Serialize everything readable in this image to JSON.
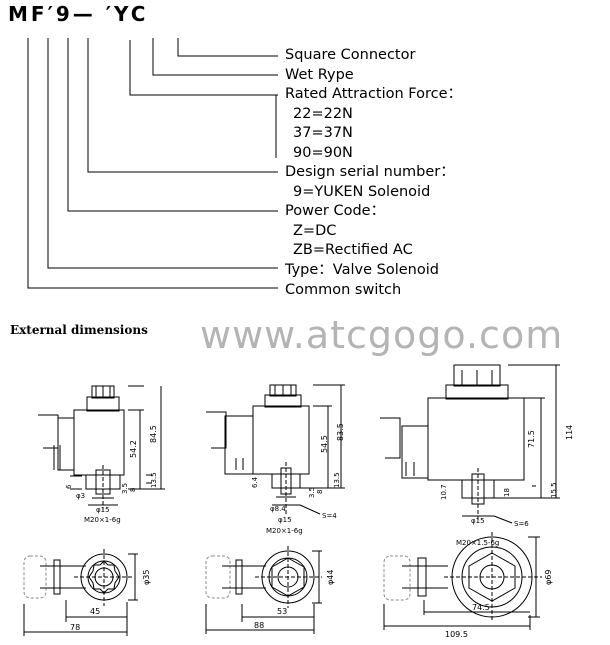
{
  "model_code": "MF′9— ′YC",
  "legend": [
    "Square Connector",
    "Wet Rype",
    "Rated Attraction Force：",
    "22=22N",
    "37=37N",
    "90=90N",
    "Design serial number：",
    "9=YUKEN Solenoid",
    "Power Code：",
    "Z=DC",
    "ZB=Rectified AC",
    "Type：Valve Solenoid",
    "Common switch"
  ],
  "section_title": "External dimensions",
  "watermark": "www.atcgogo.com",
  "dims": {
    "d1": {
      "h1": "54.2",
      "h2": "84.5",
      "s1": "6",
      "s2": "3.5",
      "s3": "8",
      "s4": "13.5",
      "phi1": "φ3",
      "phi2": "φ15",
      "thread": "M20×1-6g"
    },
    "d2": {
      "h1": "54.5",
      "h2": "83.5",
      "s1": "6.4",
      "s2": "3.5",
      "s3": "8",
      "s4": "13.5",
      "phi1": "φ8.4",
      "phi2": "φ15",
      "s": "S=4",
      "thread": "M20×1-6g"
    },
    "d3": {
      "h1": "71.5",
      "h2": "114",
      "s1": "10.7",
      "s2": "18",
      "s3": "15.5",
      "phi1": "φ15",
      "s": "S=6",
      "thread": "M20×1.5-6g"
    },
    "b1": {
      "dia": "φ35",
      "w1": "45",
      "w2": "78"
    },
    "b2": {
      "dia": "φ44",
      "w1": "53",
      "w2": "88"
    },
    "b3": {
      "dia": "φ69",
      "w1": "74.5",
      "w2": "109.5"
    }
  }
}
